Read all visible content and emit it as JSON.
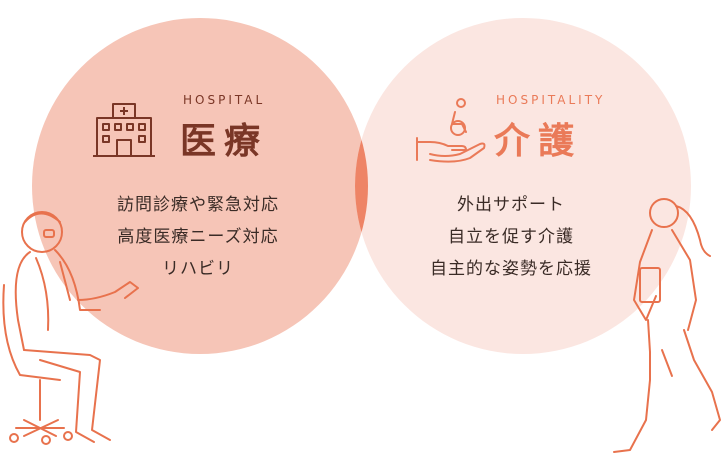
{
  "colors": {
    "hospital_circle": "#f6c5b7",
    "hospitality_circle": "#fbe6e1",
    "overlap": "#ee8466",
    "hospital_accent": "#7a3626",
    "hospitality_accent": "#ea7a58",
    "line_art": "#e8724d",
    "body_text": "#3a2b26"
  },
  "hospital": {
    "subtitle": "HOSPITAL",
    "title": "医療",
    "icon": "hospital-building-icon",
    "items": [
      "訪問診療や緊急対応",
      "高度医療ニーズ対応",
      "リハビリ"
    ]
  },
  "hospitality": {
    "subtitle": "HOSPITALITY",
    "title": "介護",
    "icon": "care-hand-wheelchair-icon",
    "items": [
      "外出サポート",
      "自立を促す介護",
      "自主的な姿勢を応援"
    ]
  },
  "illustrations": {
    "left": "doctor-sitting-illustration",
    "right": "nurse-walking-illustration"
  }
}
